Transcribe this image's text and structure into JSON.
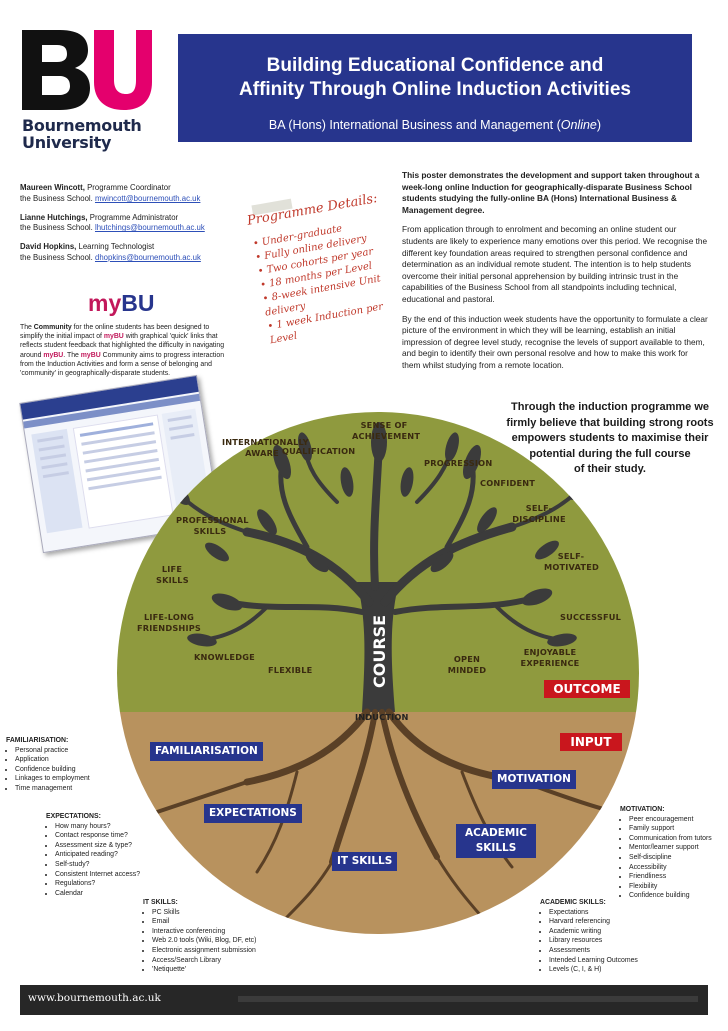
{
  "logo": {
    "mark": "BU",
    "name_line1": "Bournemouth",
    "name_line2": "University"
  },
  "banner": {
    "title_line1": "Building Educational Confidence and",
    "title_line2": "Affinity Through Online Induction Activities",
    "subtitle_prefix": "BA (Hons) International Business and Management (",
    "subtitle_italic": "Online",
    "subtitle_suffix": ")"
  },
  "contacts": [
    {
      "name": "Maureen Wincott,",
      "role": " Programme Coordinator",
      "org": "the Business School. ",
      "email": "mwincott@bournemouth.ac.uk"
    },
    {
      "name": "Lianne Hutchings,",
      "role": " Programme Administrator",
      "org": "the Business School. ",
      "email": "lhutchings@bournemouth.ac.uk"
    },
    {
      "name": "David Hopkins,",
      "role": " Learning Technologist",
      "org": "the Business School. ",
      "email": "dhopkins@bournemouth.ac.uk"
    }
  ],
  "mybu": {
    "my": "my",
    "bu": "BU"
  },
  "community": {
    "p1": "The ",
    "b1": "Community",
    "p2": " for the online students has been designed to simplify the initial impact of ",
    "b2": "myBU",
    "p3": " with graphical 'quick' links that reflects student feedback that highlighted the difficulty in navigating around ",
    "b3": "myBU",
    "p4": ". The ",
    "b4": "myBU",
    "p5": " Community aims to progress interaction from the Induction Activities and form a sense of belonging and 'community' in geographically-disparate students."
  },
  "programme": {
    "title": "Programme Details:",
    "items": [
      "• Under-graduate",
      "• Fully online delivery",
      "• Two cohorts per year",
      "• 18 months per Level",
      "• 8-week intensive Unit",
      "  delivery",
      "• 1 week Induction per",
      "  Level"
    ]
  },
  "intro": {
    "p1": "This poster demonstrates the development and support taken throughout a week-long online Induction for geographically-disparate Business School students studying the fully-online BA (Hons) International Business & Management degree.",
    "p2": "From application through to enrolment and becoming an online student our students are likely to experience many emotions over this period. We recognise the different key foundation areas required to strengthen personal confidence and determination as an individual remote student. The intention is to help students overcome their initial personal apprehension by building intrinsic trust in the capabilities of the Business School from all standpoints including technical, educational and pastoral.",
    "p3": "By the end of this induction week students have the opportunity to formulate a clear picture of the environment in which they will be learning, establish an initial impression of degree level study, recognise the levels of support available to them, and begin to identify their own personal resolve and how to make this work for them whilst studying from a remote location."
  },
  "belief": {
    "l1": "Through the induction programme we",
    "l2": "firmly believe that building strong roots",
    "l3": "empowers students to maximise their",
    "l4": "potential during the full course",
    "l5": "of their study."
  },
  "tree_labels": {
    "sense": "SENSE OF",
    "achievement": "ACHIEVEMENT",
    "qualification": "QUALIFICATION",
    "progression": "PROGRESSION",
    "international": "INTERNATIONALLY",
    "aware": "AWARE",
    "confident": "CONFIDENT",
    "self_d1": "SELF-",
    "self_d2": "DISCIPLINE",
    "professional": "PROFESSIONAL",
    "skills": "SKILLS",
    "self_m1": "SELF-",
    "self_m2": "MOTIVATED",
    "life": "LIFE",
    "life_skills": "SKILLS",
    "lifelong1": "LIFE-LONG",
    "lifelong2": "FRIENDSHIPS",
    "successful": "SUCCESSFUL",
    "knowledge": "KNOWLEDGE",
    "flexible": "FLEXIBLE",
    "open1": "OPEN",
    "open2": "MINDED",
    "enjoy1": "ENJOYABLE",
    "enjoy2": "EXPERIENCE",
    "course": "COURSE",
    "induction": "INDUCTION"
  },
  "boxes": {
    "outcome": "OUTCOME",
    "input": "INPUT",
    "familiarisation": "FAMILIARISATION",
    "motivation": "MOTIVATION",
    "expectations": "EXPECTATIONS",
    "academic1": "ACADEMIC",
    "academic2": "SKILLS",
    "itskills": "IT SKILLS"
  },
  "lists": {
    "familiarisation": {
      "title": "FAMILIARISATION:",
      "items": [
        "Personal practice",
        "Application",
        "Confidence building",
        "Linkages to employment",
        "Time management"
      ]
    },
    "expectations": {
      "title": "EXPECTATIONS:",
      "items": [
        "How many hours?",
        "Contact response time?",
        "Assessment size & type?",
        "Anticipated reading?",
        "Self-study?",
        "Consistent Internet access?",
        "Regulations?",
        "Calendar"
      ]
    },
    "it_skills": {
      "title": "IT SKILLS:",
      "items": [
        "PC Skills",
        "Email",
        "Interactive conferencing",
        "Web 2.0 tools (Wiki, Blog, DF, etc)",
        "Electronic assignment submission",
        "Access/Search Library",
        "'Netiquette'"
      ]
    },
    "motivation": {
      "title": "MOTIVATION:",
      "items": [
        "Peer encouragement",
        "Family support",
        "Communication from tutors",
        "Mentor/learner support",
        "Self-discipline",
        "Accessibility",
        "Friendliness",
        "Flexibility",
        "Confidence building"
      ]
    },
    "academic": {
      "title": "ACADEMIC SKILLS:",
      "items": [
        "Expectations",
        "Harvard referencing",
        "Academic writing",
        "Library resources",
        "Assessments",
        "Intended Learning Outcomes",
        "Levels (C, I, & H)"
      ]
    }
  },
  "footer": {
    "url": "www.bournemouth.ac.uk"
  },
  "colors": {
    "brand_blue": "#27358d",
    "logo_pink": "#e4006d",
    "tree_green": "#8f9a3e",
    "soil_brown": "#b8925e",
    "accent_red": "#c9161d"
  }
}
